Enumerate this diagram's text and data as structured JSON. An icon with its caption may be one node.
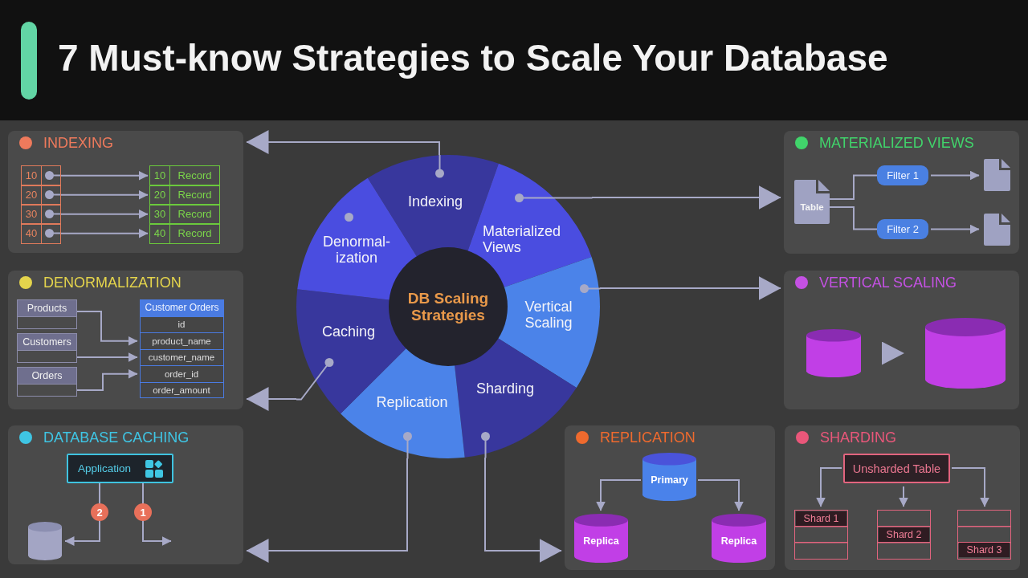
{
  "diagram": {
    "title": "7 Must-know Strategies to Scale Your Database",
    "nodes": [
      {
        "text": [
          "INDEXING"
        ]
      },
      {
        "text": [
          "10"
        ],
        "in": 0
      },
      {
        "text": [
          "20"
        ],
        "in": 0
      },
      {
        "text": [
          "30"
        ],
        "in": 0
      },
      {
        "text": [
          "40"
        ],
        "in": 0
      },
      {
        "text": [
          "10",
          "Record"
        ],
        "in": 0
      },
      {
        "text": [
          "20",
          "Record"
        ],
        "in": 0
      },
      {
        "text": [
          "30",
          "Record"
        ],
        "in": 0
      },
      {
        "text": [
          "40",
          "Record"
        ],
        "in": 0
      },
      {
        "text": [
          "DENORMALIZATION"
        ]
      },
      {
        "text": [
          "Products"
        ],
        "in": 9
      },
      {
        "text": [
          "Customers"
        ],
        "in": 9
      },
      {
        "text": [
          "Orders"
        ],
        "in": 9
      },
      {
        "text": [
          "Customer Orders"
        ],
        "in": 9
      },
      {
        "text": [
          "id"
        ],
        "in": 13
      },
      {
        "text": [
          "product_name"
        ],
        "in": 13
      },
      {
        "text": [
          "customer_name"
        ],
        "in": 13
      },
      {
        "text": [
          "order_id"
        ],
        "in": 13
      },
      {
        "text": [
          "order_amount"
        ],
        "in": 13
      },
      {
        "text": [
          "DATABASE CACHING"
        ]
      },
      {
        "text": [
          "Application"
        ],
        "in": 19
      },
      {
        "text": [],
        "shape": "cylinder",
        "in": 19
      },
      {
        "text": [
          "DB Scaling Strategies"
        ]
      },
      {
        "text": [
          "Indexing"
        ]
      },
      {
        "text": [
          "Materialized Views"
        ]
      },
      {
        "text": [
          "Vertical Scaling"
        ]
      },
      {
        "text": [
          "Sharding"
        ]
      },
      {
        "text": [
          "Replication"
        ]
      },
      {
        "text": [
          "Caching"
        ]
      },
      {
        "text": [
          "Denormal- ization"
        ]
      },
      {
        "text": [
          "MATERIALIZED VIEWS"
        ]
      },
      {
        "text": [
          "Table"
        ],
        "in": 30
      },
      {
        "text": [
          "Filter 1"
        ],
        "in": 30
      },
      {
        "text": [
          "Filter 2"
        ],
        "in": 30
      },
      {
        "text": [],
        "shape": "document",
        "in": 30
      },
      {
        "text": [],
        "shape": "document",
        "in": 30
      },
      {
        "text": [
          "VERTICAL SCALING"
        ]
      },
      {
        "text": [],
        "shape": "cylinder",
        "in": 36
      },
      {
        "text": [],
        "shape": "cylinder",
        "in": 36
      },
      {
        "text": [
          "REPLICATION"
        ]
      },
      {
        "text": [
          "Primary"
        ],
        "in": 39
      },
      {
        "text": [
          "Replica"
        ],
        "in": 39
      },
      {
        "text": [
          "Replica"
        ],
        "in": 39
      },
      {
        "text": [
          "SHARDING"
        ]
      },
      {
        "text": [
          "Unsharded Table"
        ],
        "in": 43
      },
      {
        "text": [
          "Shard 1"
        ],
        "in": 43
      },
      {
        "text": [
          "Shard 2"
        ],
        "in": 43
      },
      {
        "text": [
          "Shard 3"
        ],
        "in": 43
      }
    ],
    "edges": [
      {
        "from": 1,
        "to": 5,
        "arrow": "to"
      },
      {
        "from": 2,
        "to": 6,
        "arrow": "to"
      },
      {
        "from": 3,
        "to": 7,
        "arrow": "to"
      },
      {
        "from": 4,
        "to": 8,
        "arrow": "to"
      },
      {
        "from": 10,
        "to": 15,
        "arrow": "to"
      },
      {
        "from": 11,
        "to": 16,
        "arrow": "to"
      },
      {
        "from": 12,
        "to": 17,
        "arrow": "to"
      },
      {
        "from": 20,
        "to": 21,
        "arrow": "to",
        "label": "2"
      },
      {
        "from": 20,
        "to": null,
        "arrow": "to",
        "label": "1"
      },
      {
        "from": 31,
        "to": 32,
        "arrow": "none"
      },
      {
        "from": 31,
        "to": 33,
        "arrow": "none"
      },
      {
        "from": 32,
        "to": 34,
        "arrow": "to"
      },
      {
        "from": 33,
        "to": 35,
        "arrow": "to"
      },
      {
        "from": 37,
        "to": 38,
        "arrow": "to"
      },
      {
        "from": 40,
        "to": 41,
        "arrow": "to"
      },
      {
        "from": 40,
        "to": 42,
        "arrow": "to"
      },
      {
        "from": 44,
        "to": 45,
        "arrow": "to"
      },
      {
        "from": 44,
        "to": 46,
        "arrow": "to"
      },
      {
        "from": 44,
        "to": 47,
        "arrow": "to"
      },
      {
        "from": 23,
        "to": 0,
        "arrow": "to"
      },
      {
        "from": 24,
        "to": 30,
        "arrow": "to"
      },
      {
        "from": 25,
        "to": 36,
        "arrow": "to"
      },
      {
        "from": 28,
        "to": 9,
        "arrow": "to"
      },
      {
        "from": 27,
        "to": 19,
        "arrow": "to"
      },
      {
        "from": 26,
        "to": 39,
        "arrow": "to"
      }
    ]
  }
}
